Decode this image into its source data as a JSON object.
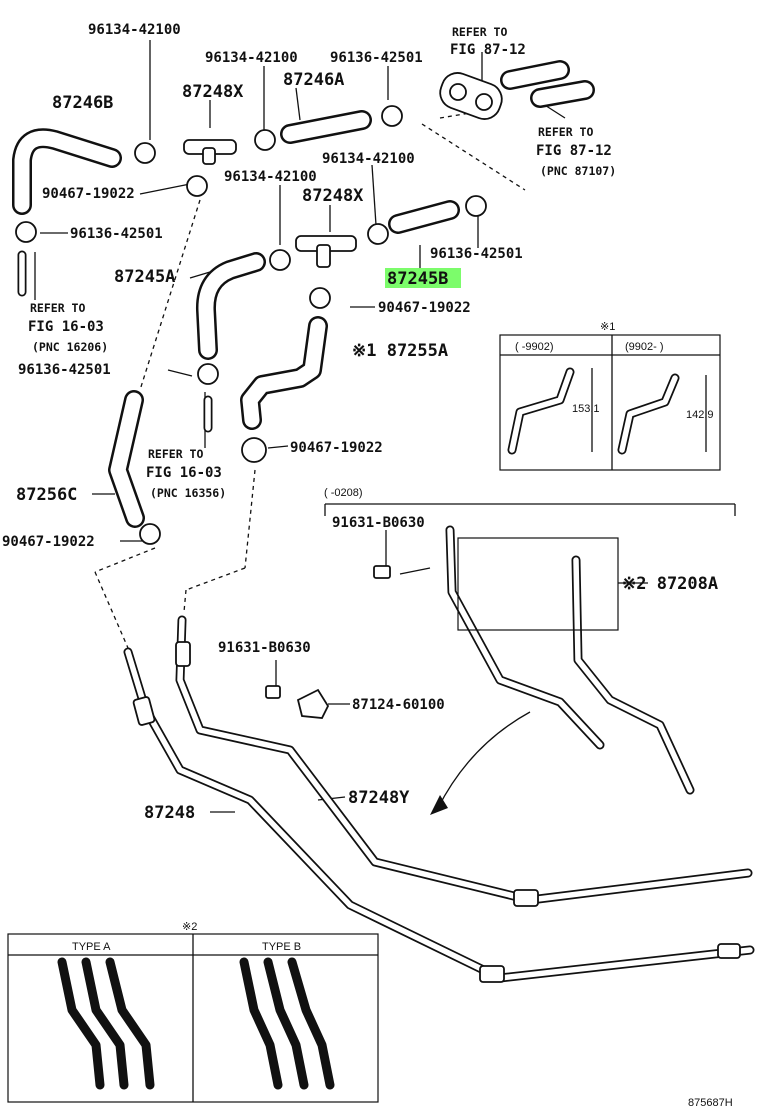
{
  "parts": {
    "p_96134_42100_a": "96134-42100",
    "p_96134_42100_b": "96134-42100",
    "p_96136_42501_a": "96136-42501",
    "p_87246b": "87246B",
    "p_87248x_a": "87248X",
    "p_87246a": "87246A",
    "p_96134_42100_c": "96134-42100",
    "p_96134_42100_d": "96134-42100",
    "p_87248x_b": "87248X",
    "p_90467_19022_a": "90467-19022",
    "p_96136_42501_b": "96136-42501",
    "p_96136_42501_c": "96136-42501",
    "p_87245a": "87245A",
    "p_87245b": "87245B",
    "p_90467_19022_b": "90467-19022",
    "p_87255a": "※1 87255A",
    "p_96136_42501_d": "96136-42501",
    "p_90467_19022_c": "90467-19022",
    "p_87256c": "87256C",
    "p_90467_19022_d": "90467-19022",
    "p_91631_b0630_a": "91631-B0630",
    "p_87208a": "※2 87208A",
    "p_91631_b0630_b": "91631-B0630",
    "p_87124_60100": "87124-60100",
    "p_87248y": "87248Y",
    "p_87248": "87248"
  },
  "refs": {
    "r1_a": "REFER TO",
    "r1_b": "FIG 87-12",
    "r2_a": "REFER TO",
    "r2_b": "FIG 87-12",
    "r2_c": "(PNC 87107)",
    "r3_a": "REFER TO",
    "r3_b": "FIG 16-03",
    "r3_c": "(PNC 16206)",
    "r4_a": "REFER TO",
    "r4_b": "FIG 16-03",
    "r4_c": "(PNC 16356)"
  },
  "inset1": {
    "mark": "※1",
    "col1": "(      -9902)",
    "col2": "(9902-      )",
    "dim1": "153.1",
    "dim2": "142.9"
  },
  "date_range": "(      -0208)",
  "inset2": {
    "mark": "※2",
    "type_a": "TYPE A",
    "type_b": "TYPE B"
  },
  "diagram_id": "875687H",
  "highlight_color": "#7CFC6B"
}
